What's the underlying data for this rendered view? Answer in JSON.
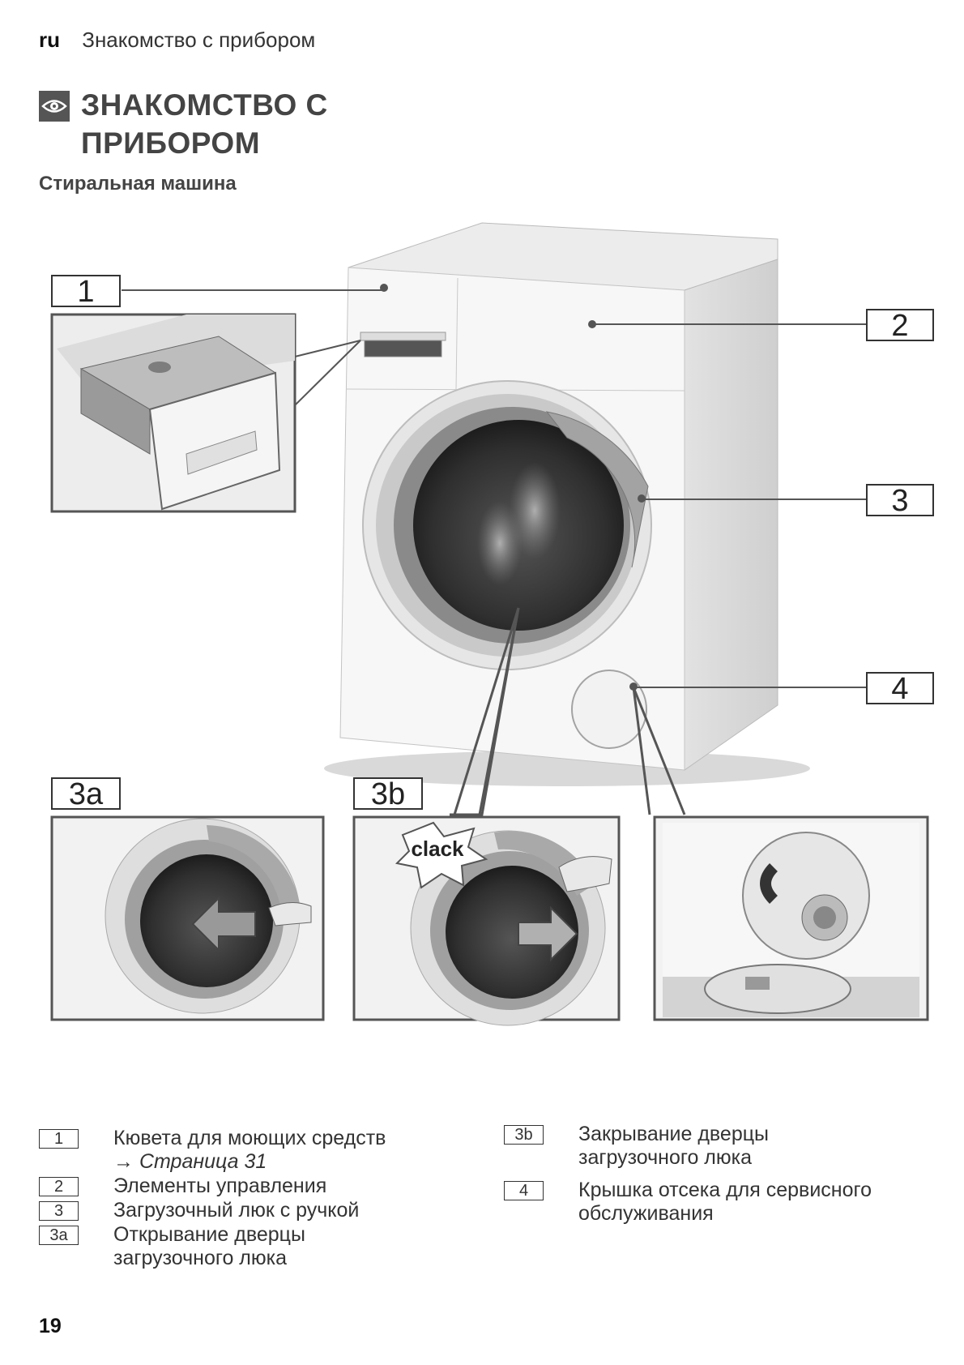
{
  "header": {
    "lang": "ru",
    "section": "Знакомство с прибором"
  },
  "heading": {
    "line1": "ЗНАКОМСТВО С",
    "line2": "ПРИБОРОМ"
  },
  "subtitle": "Стиральная машина",
  "figure": {
    "callouts": {
      "c1": "1",
      "c2": "2",
      "c3": "3",
      "c4": "4",
      "c3a": "3a",
      "c3b": "3b"
    },
    "clack": "clack"
  },
  "legend": {
    "left": [
      {
        "code": "1",
        "line1": "Кювета для моющих средств",
        "arrow": "→",
        "ref": "Страница 31"
      },
      {
        "code": "2",
        "line1": "Элементы управления"
      },
      {
        "code": "3",
        "line1": "Загрузочный люк с ручкой"
      },
      {
        "code": "3a",
        "line1": "Открывание дверцы",
        "line2": "загрузочного люка"
      }
    ],
    "right": [
      {
        "code": "3b",
        "line1": "Закрывание дверцы",
        "line2": "загрузочного люка"
      },
      {
        "code": "4",
        "line1": "Крышка отсека для сервисного",
        "line2": "обслуживания"
      }
    ]
  },
  "page_number": "19",
  "icons": {
    "heading_icon": "eye-icon"
  }
}
